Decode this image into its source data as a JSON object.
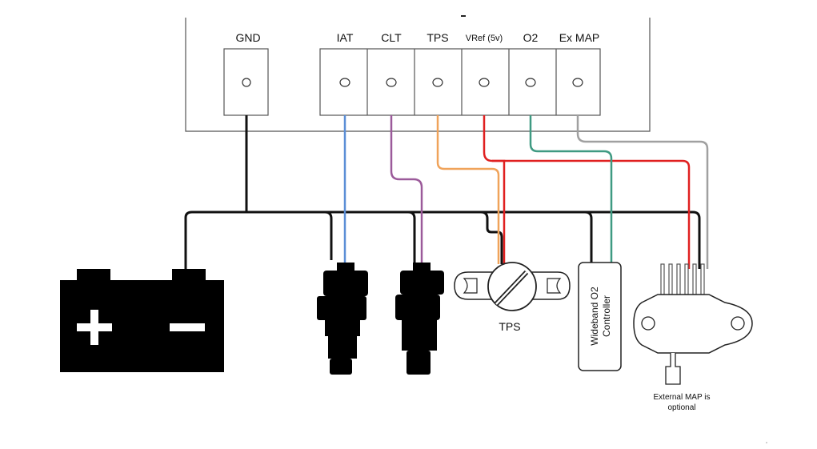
{
  "ecu": {
    "terminals": [
      {
        "key": "gnd",
        "label": "GND"
      },
      {
        "key": "iat",
        "label": "IAT"
      },
      {
        "key": "clt",
        "label": "CLT"
      },
      {
        "key": "tps",
        "label": "TPS"
      },
      {
        "key": "vref",
        "label": "VRef (5v)"
      },
      {
        "key": "o2",
        "label": "O2"
      },
      {
        "key": "exmap",
        "label": "Ex MAP"
      }
    ]
  },
  "components": {
    "tps_label": "TPS",
    "o2_controller": {
      "line1": "Wideband O2",
      "line2": "Controller"
    },
    "map_note": {
      "line1": "External MAP is",
      "line2": "optional"
    }
  },
  "wire_colors": {
    "ground": "#111111",
    "iat": "#5b8ed6",
    "clt": "#9b5a9a",
    "tps": "#f0a35a",
    "vref": "#e02020",
    "o2": "#3f9a82",
    "exmap": "#a0a0a0"
  }
}
